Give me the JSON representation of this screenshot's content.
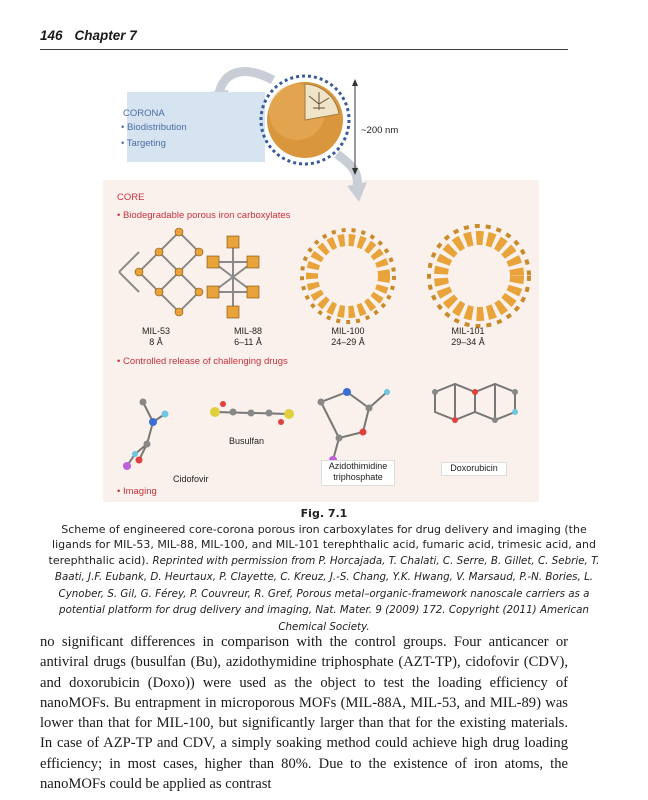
{
  "header": {
    "page_number": "146",
    "chapter": "Chapter 7"
  },
  "figure": {
    "corona": {
      "title": "CORONA",
      "items": [
        "Biodistribution",
        "Targeting"
      ]
    },
    "size_label": "~200 nm",
    "core_title": "CORE",
    "bullets": {
      "biodegradable": "Biodegradable porous iron carboxylates",
      "controlled": "Controlled release of challenging drugs",
      "imaging": "Imaging"
    },
    "mofs": [
      {
        "name": "MIL-53",
        "size": "8 Å"
      },
      {
        "name": "MIL-88",
        "size": "6–11 Å"
      },
      {
        "name": "MIL-100",
        "size": "24–29 Å"
      },
      {
        "name": "MIL-101",
        "size": "29–34 Å"
      }
    ],
    "drugs": {
      "busulfan": "Busulfan",
      "cidofovir": "Cidofovir",
      "azt_line1": "Azidothimidine",
      "azt_line2": "triphosphate",
      "doxorubicin": "Doxorubicin"
    },
    "colors": {
      "corona_text": "#4a6fa5",
      "core_text": "#c8323c",
      "panel": "#fbf1ec",
      "iron_cluster": "#e8a33a"
    }
  },
  "caption": {
    "label": "Fig. 7.1",
    "text": "Scheme of engineered core-corona porous iron carboxylates for drug delivery and imaging (the ligands for MIL-53, MIL-88, MIL-100, and MIL-101 terephthalic acid, fumaric acid, trimesic acid, and terephthalic acid).",
    "credit": "Reprinted with permission from P. Horcajada, T. Chalati, C. Serre, B. Gillet, C. Sebrie, T. Baati, J.F. Eubank, D. Heurtaux, P. Clayette, C. Kreuz, J.-S. Chang, Y.K. Hwang, V. Marsaud, P.-N. Bories, L. Cynober, S. Gil, G. Férey, P. Couvreur, R. Gref, Porous metal–organic-framework nanoscale carriers as a potential platform for drug delivery and imaging, Nat. Mater. 9 (2009) 172. Copyright (2011) American Chemical Society."
  },
  "body": "no significant differences in comparison with the control groups. Four anticancer or antiviral drugs (busulfan (Bu), azidothymidine triphosphate (AZT-TP), cidofovir (CDV), and doxorubicin (Doxo)) were used as the object to test the loading efficiency of nanoMOFs. Bu entrapment in microporous MOFs (MIL-88A, MIL-53, and MIL-89) was lower than that for MIL-100, but significantly larger than that for the existing materials. In case of AZP-TP and CDV, a simply soaking method could achieve high drug loading efficiency; in most cases, higher than 80%. Due to the existence of iron atoms, the nanoMOFs could be applied as contrast"
}
